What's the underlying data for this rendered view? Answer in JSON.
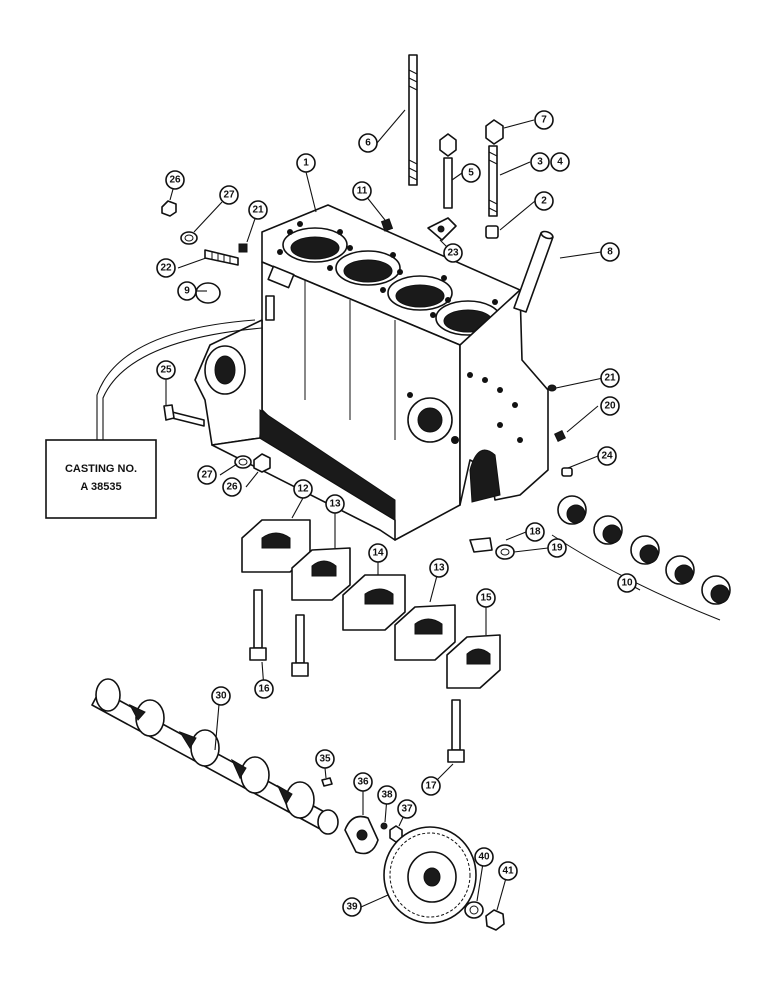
{
  "note": {
    "line1": "CASTING NO.",
    "line2": "A 38535"
  },
  "callouts": [
    {
      "id": "c1",
      "label": "1"
    },
    {
      "id": "c2",
      "label": "2"
    },
    {
      "id": "c3",
      "label": "3"
    },
    {
      "id": "c4",
      "label": "4"
    },
    {
      "id": "c5",
      "label": "5"
    },
    {
      "id": "c6",
      "label": "6"
    },
    {
      "id": "c7",
      "label": "7"
    },
    {
      "id": "c8",
      "label": "8"
    },
    {
      "id": "c9",
      "label": "9"
    },
    {
      "id": "c10",
      "label": "10"
    },
    {
      "id": "c11",
      "label": "11"
    },
    {
      "id": "c12",
      "label": "12"
    },
    {
      "id": "c13a",
      "label": "13"
    },
    {
      "id": "c13b",
      "label": "13"
    },
    {
      "id": "c14",
      "label": "14"
    },
    {
      "id": "c15",
      "label": "15"
    },
    {
      "id": "c16",
      "label": "16"
    },
    {
      "id": "c17",
      "label": "17"
    },
    {
      "id": "c18",
      "label": "18"
    },
    {
      "id": "c19",
      "label": "19"
    },
    {
      "id": "c20",
      "label": "20"
    },
    {
      "id": "c21a",
      "label": "21"
    },
    {
      "id": "c21b",
      "label": "21"
    },
    {
      "id": "c22",
      "label": "22"
    },
    {
      "id": "c23",
      "label": "23"
    },
    {
      "id": "c24",
      "label": "24"
    },
    {
      "id": "c25",
      "label": "25"
    },
    {
      "id": "c26a",
      "label": "26"
    },
    {
      "id": "c26b",
      "label": "26"
    },
    {
      "id": "c27a",
      "label": "27"
    },
    {
      "id": "c27b",
      "label": "27"
    },
    {
      "id": "c30",
      "label": "30"
    },
    {
      "id": "c35",
      "label": "35"
    },
    {
      "id": "c36",
      "label": "36"
    },
    {
      "id": "c37",
      "label": "37"
    },
    {
      "id": "c38",
      "label": "38"
    },
    {
      "id": "c39",
      "label": "39"
    },
    {
      "id": "c40",
      "label": "40"
    },
    {
      "id": "c41",
      "label": "41"
    }
  ]
}
